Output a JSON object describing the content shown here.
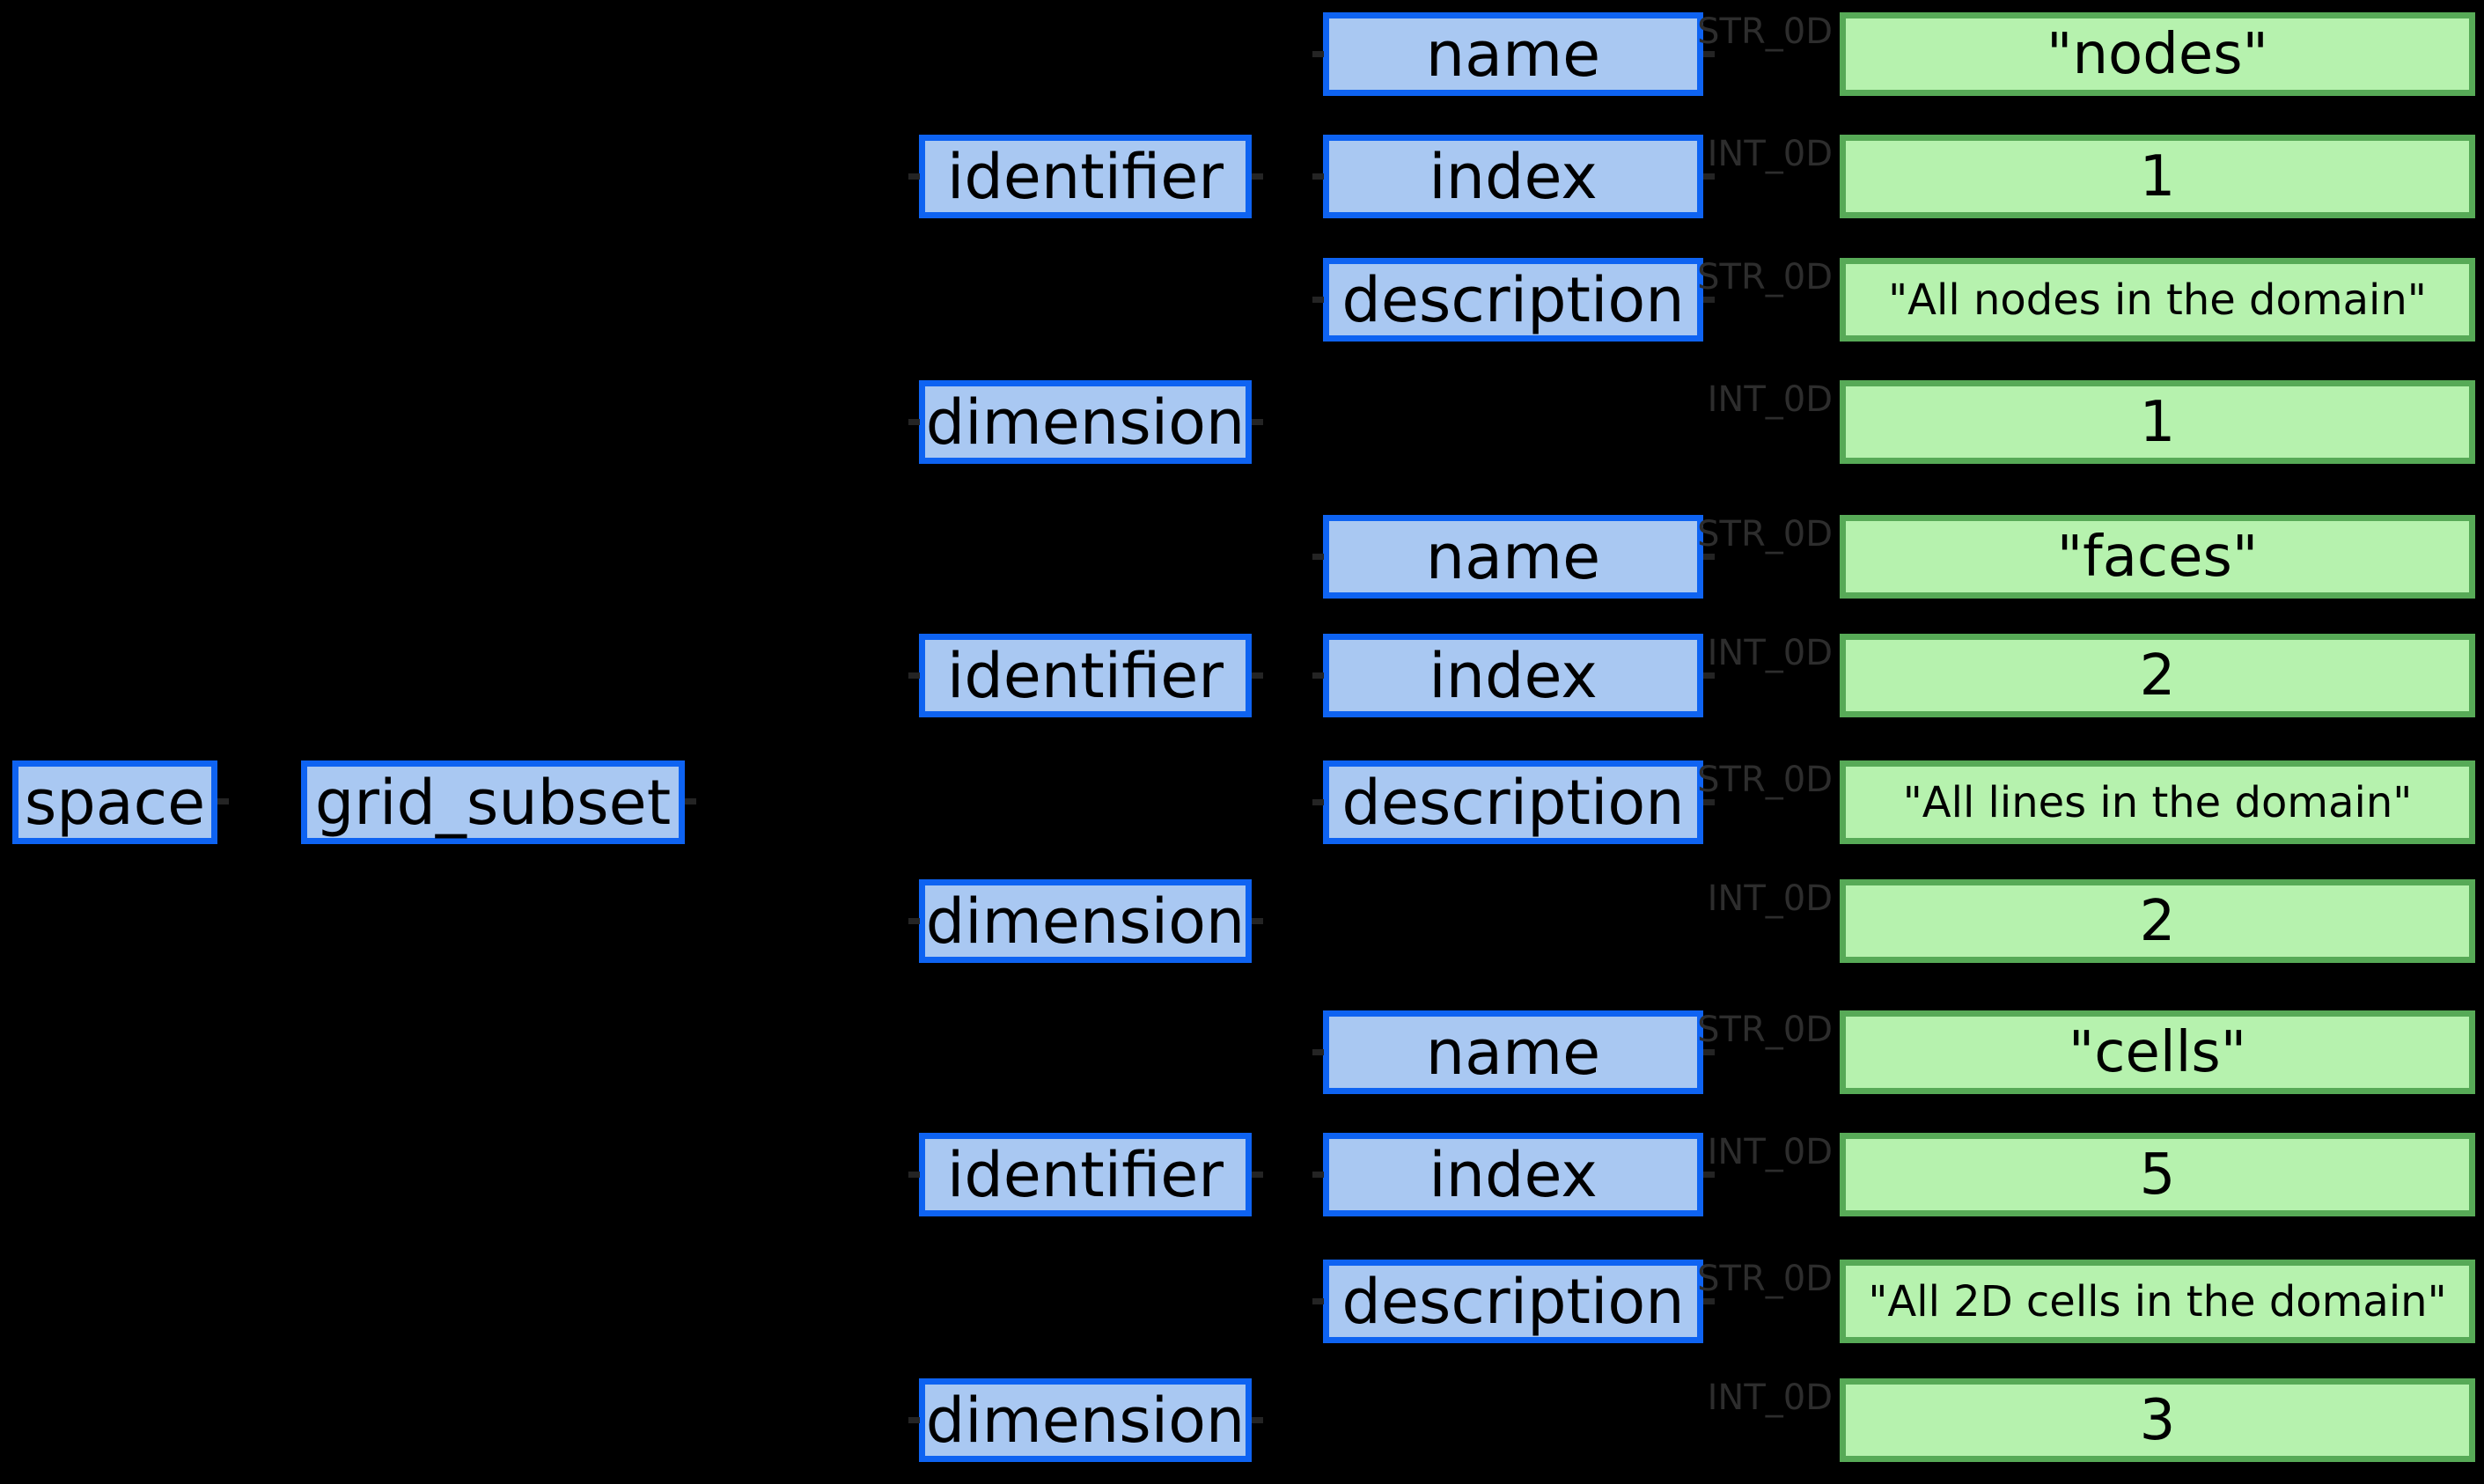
{
  "diagram": {
    "background": "#000000",
    "palette": {
      "node_fill": "#a9c8f2",
      "node_border": "#0e63f2",
      "leaf_fill": "#b6f2ae",
      "leaf_border": "#57aa57",
      "type_label_color": "#2d2d2d",
      "text_color": "#000000"
    },
    "root": {
      "label": "space"
    },
    "child": {
      "label": "grid_subset"
    },
    "labels": {
      "identifier": "identifier",
      "dimension": "dimension",
      "name": "name",
      "index": "index",
      "description": "description"
    },
    "types": {
      "str": "STR_0D",
      "int": "INT_0D"
    },
    "groups": [
      {
        "name_value": "\"nodes\"",
        "index_value": "1",
        "description_value": "\"All nodes in the domain\"",
        "dimension_value": "1"
      },
      {
        "name_value": "\"faces\"",
        "index_value": "2",
        "description_value": "\"All lines in the domain\"",
        "dimension_value": "2"
      },
      {
        "name_value": "\"cells\"",
        "index_value": "5",
        "description_value": "\"All 2D cells in the domain\"",
        "dimension_value": "3"
      }
    ]
  }
}
